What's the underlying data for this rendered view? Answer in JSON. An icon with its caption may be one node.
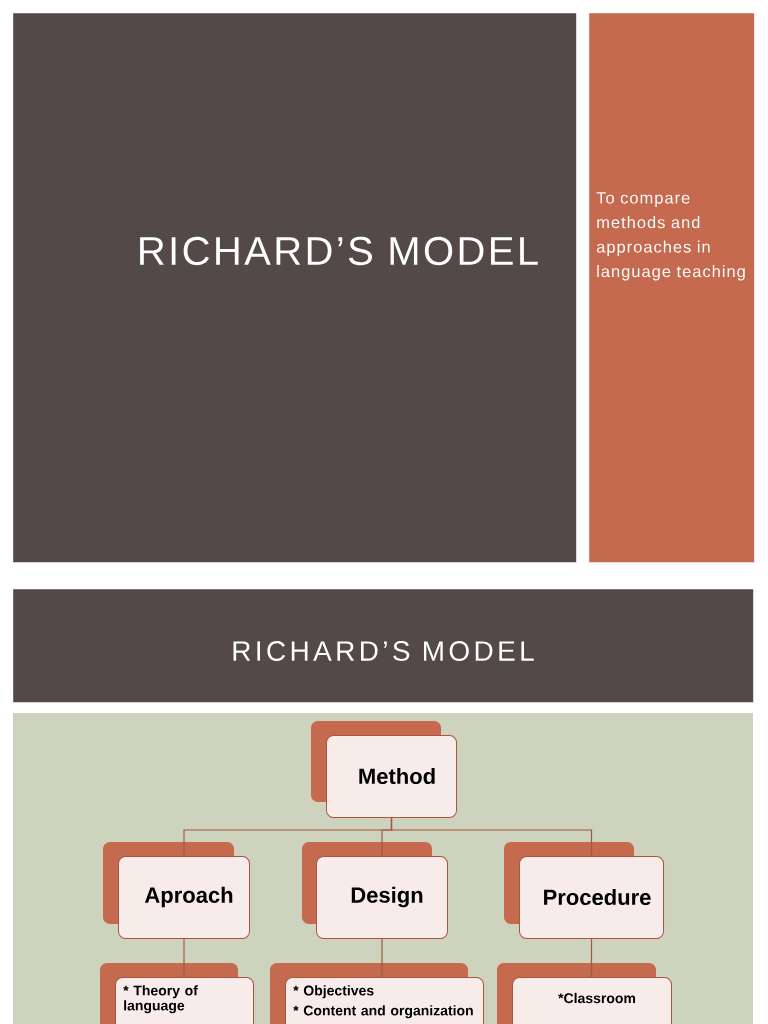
{
  "diagram": {
    "nodes": [
      {
        "text": [
          "RICHARD’S MODEL"
        ]
      },
      {
        "text": [
          "To compare methods and approaches in language teaching"
        ]
      },
      {
        "text": [
          "RICHARD’S MODEL"
        ]
      },
      {
        "text": [
          "Method"
        ]
      },
      {
        "text": [
          "Aproach"
        ]
      },
      {
        "text": [
          "Design"
        ]
      },
      {
        "text": [
          "Procedure"
        ]
      },
      {
        "text": [
          "* Theory of language"
        ]
      },
      {
        "text": [
          "* Objectives",
          "* Content and organization"
        ]
      },
      {
        "text": [
          "*Classroom"
        ]
      }
    ],
    "edges": [
      {
        "from": 3,
        "to": 4,
        "arrow": "none"
      },
      {
        "from": 3,
        "to": 5,
        "arrow": "none"
      },
      {
        "from": 3,
        "to": 6,
        "arrow": "none"
      },
      {
        "from": 4,
        "to": 7,
        "arrow": "none"
      },
      {
        "from": 5,
        "to": 8,
        "arrow": "none"
      },
      {
        "from": 6,
        "to": 9,
        "arrow": "none"
      }
    ]
  }
}
